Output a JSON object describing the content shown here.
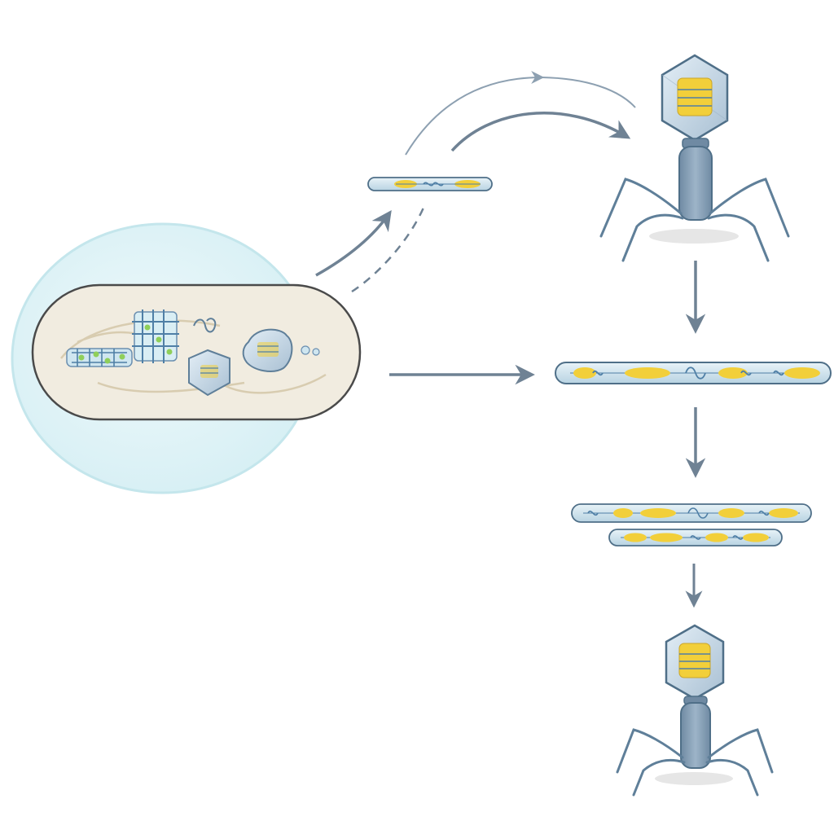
{
  "diagram": {
    "kind": "bacteriophage-infection-cycle",
    "labels": [],
    "colors": {
      "background": "#ffffff",
      "bubble": "#dff3f6",
      "bubble_edge": "#b9e3ea",
      "cell_fill": "#f1ece0",
      "cell_edge": "#4a4a4a",
      "phage_body": "#8fa8bf",
      "phage_dark": "#5f7f99",
      "phage_light": "#cfe0ec",
      "dna_yellow": "#f2cf3a",
      "dna_blue": "#4f7fa6",
      "dna_green": "#8fcf5a",
      "arrow": "#6f8294",
      "shadow": "#e6e6e6"
    },
    "elements": {
      "source_cell": "bacterial-cell",
      "cell_components": [
        "dna-lattice-cluster",
        "dna-grid-block",
        "small-coil",
        "capsid-fragment",
        "round-capsid",
        "droplet-bubbles"
      ],
      "dna_strands": [
        "short-dna-strand",
        "long-dna-strand",
        "dna-strand-pair"
      ],
      "phages": [
        "bacteriophage-top",
        "bacteriophage-bottom"
      ],
      "arrows": [
        "arc-arrow-upper",
        "arc-arrow-lower",
        "up-arrow",
        "dashed-link",
        "horizontal-arrow",
        "down-arrow-1",
        "down-arrow-2",
        "down-arrow-3"
      ]
    }
  }
}
